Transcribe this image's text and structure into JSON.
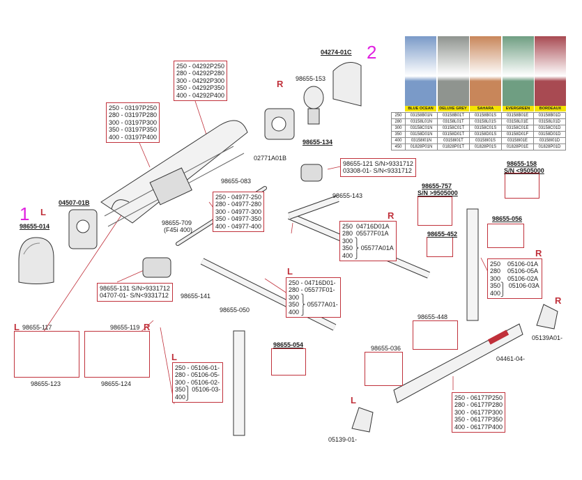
{
  "markers": {
    "one": "1",
    "two": "2",
    "left": "L",
    "right": "R"
  },
  "parts": {
    "awning_cover": "98655-014",
    "left_head": "04507-01B",
    "cap_top": "04274-01C",
    "r_head": "98655-153",
    "r_head_sub": "98655-134",
    "r_head_code": "02771A01B",
    "p083": "98655-083",
    "p709": "98655-709",
    "p709_note": "(F45i 400)",
    "p143": "98655-143",
    "p141": "98655-141",
    "p117": "98655-117",
    "p119": "98655-119",
    "p123": "98655-123",
    "p124": "98655-124",
    "p050": "98655-050",
    "p054": "98655-054",
    "p036": "98655-036",
    "p448": "98655-448",
    "p452": "98655-452",
    "p056": "98655-056",
    "p757": "98655-757",
    "p757_note": "S/N >9505000",
    "p158": "98655-158",
    "p158_note": "S/N <9505000",
    "p05139a": "05139A01-",
    "p05139": "05139-01-",
    "p04461": "04461-04-"
  },
  "boxes": {
    "roller_tube": "250 - 03197P250\n280 - 03197P280\n300 - 03197P300\n350 - 03197P350\n400 - 03197P400",
    "case_top": "250 - 04292P250\n280 - 04292P280\n300 - 04292P300\n350 - 04292P350\n400 - 04292P400",
    "spring": "250 - 04977-250\n280 - 04977-280\n300 - 04977-300\n350 - 04977-350\n400 - 04977-400",
    "p121": "98655-121 S/N>9331712\n03308-01- S/N<9331712",
    "p131": "98655-131 S/N>9331712\n04707-01- S/N<9331712",
    "arm_r": "250  04716D01A\n280  05577F01A\n300 ⎫\n350 ⎬ 05577A01A\n400 ⎭",
    "arm_l": "250 - 04716D01-\n280 - 05577F01-\n300 ⎫\n350 ⎬ 05577A01-\n400 ⎭",
    "leg_r": "250    05106-01A\n280    05106-05A\n300    05106-02A\n350⎫  05106-03A\n400⎭",
    "leg_l": "250 - 05106-01-\n280 - 05106-05-\n300 - 05106-02-\n350⎫ 05106-03-\n400⎭",
    "front": "250 - 06177P250\n280 - 06177P280\n300 - 06177P300\n350 - 06177P350\n400 - 06177P400"
  },
  "fabric": {
    "colors": [
      {
        "name": "BLUE OCEAN",
        "color": "#7a9ac8"
      },
      {
        "name": "DELUXE GREY",
        "color": "#8f948f"
      },
      {
        "name": "SAHARA",
        "color": "#c8865a"
      },
      {
        "name": "EVERGREEN",
        "color": "#6f9e82"
      },
      {
        "name": "BORDEAUX",
        "color": "#a84a52"
      }
    ],
    "rows": [
      [
        "250",
        "03158B01N",
        "03158B01T",
        "03158B01S",
        "03158B01E",
        "03158B01D"
      ],
      [
        "280",
        "03158L01N",
        "03158L01T",
        "03158L01S",
        "03158L01E",
        "03158L01D"
      ],
      [
        "300",
        "03158C01N",
        "03158C01T",
        "03158C01S",
        "03158C01E",
        "03158C01D"
      ],
      [
        "350",
        "03158D01N",
        "03158D01T",
        "03158D01S",
        "03158D01F",
        "03158D01D"
      ],
      [
        "400",
        "03158I01N",
        "03158I01T",
        "03158I01S",
        "03158I01E",
        "03158I01D"
      ],
      [
        "450",
        "01828P01N",
        "01828P01T",
        "01828P01S",
        "01828P01E",
        "01828P01D"
      ]
    ]
  }
}
